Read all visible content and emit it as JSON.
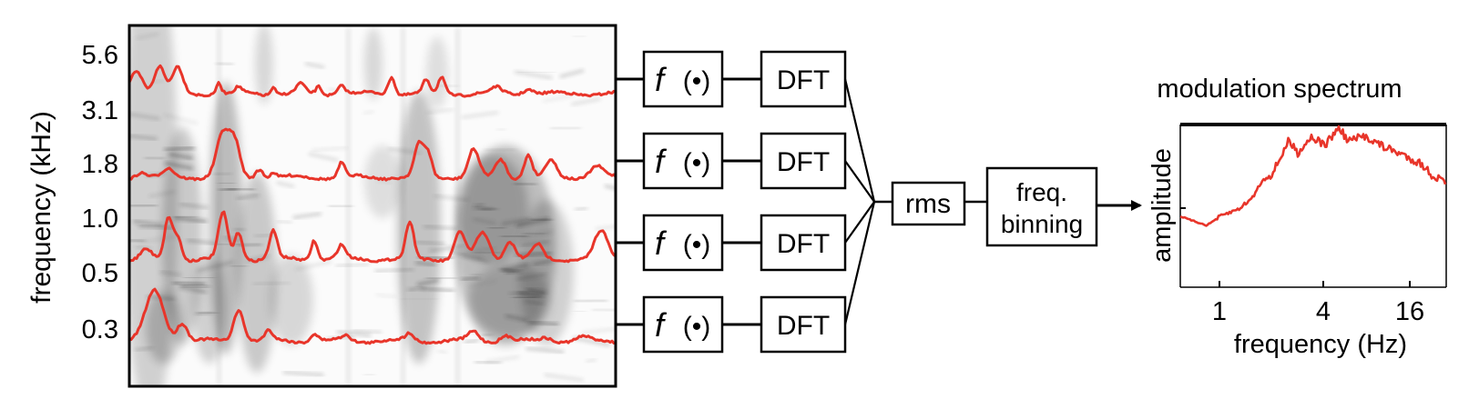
{
  "spectrogram": {
    "ylabel": "frequency (kHz)",
    "y_ticks": [
      "5.6",
      "3.1",
      "1.8",
      "1.0",
      "0.5",
      "0.3"
    ],
    "band_count": 4
  },
  "pipeline": {
    "function_label": "f",
    "function_arg": "(•)",
    "dft_label": "DFT",
    "rms_label": "rms",
    "binning_line1": "freq.",
    "binning_line2": "binning"
  },
  "modulation_spectrum": {
    "title": "modulation spectrum",
    "ylabel": "amplitude",
    "xlabel": "frequency (Hz)",
    "x_ticks": [
      "1",
      "4",
      "16"
    ]
  },
  "colors": {
    "envelope": "#e8352a",
    "stroke": "#000000"
  }
}
